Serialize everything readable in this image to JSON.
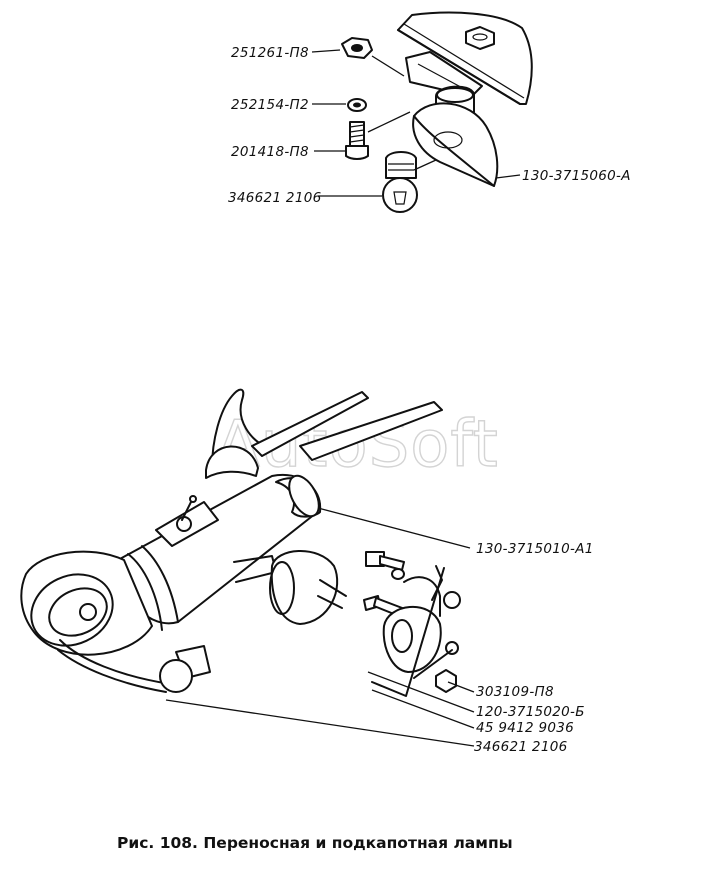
{
  "caption": "Рис. 108. Переносная и подкапотная лампы",
  "watermark": "AutoSoft",
  "upper_assembly": {
    "labels": [
      "251261-П8",
      "252154-П2",
      "201418-П8",
      "346621 2106",
      "130-3715060-А"
    ]
  },
  "lower_assembly": {
    "labels": [
      "130-3715010-А1",
      "303109-П8",
      "120-3715020-Б",
      "45 9412 9036",
      "346621 2106"
    ]
  }
}
